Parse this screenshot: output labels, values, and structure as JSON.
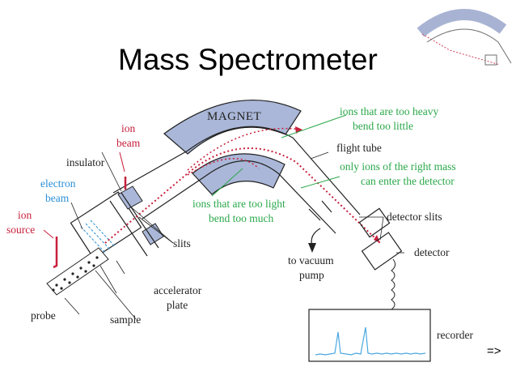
{
  "slide": {
    "title": "Mass Spectrometer",
    "nav_label": "=>"
  },
  "diagram": {
    "magnet": "MAGNET",
    "ion_beam": [
      "ion",
      "beam"
    ],
    "insulator": "insulator",
    "electron_beam": [
      "electron",
      "beam"
    ],
    "ion_source": [
      "ion",
      "source"
    ],
    "heavy_ions": [
      "ions that are too heavy",
      "bend too little"
    ],
    "flight_tube": "flight tube",
    "right_mass": [
      "only ions of the right mass",
      "can enter the detector"
    ],
    "light_ions": [
      "ions that are too light",
      "bend too much"
    ],
    "slits": "slits",
    "detector_slits": "detector slits",
    "detector": "detector",
    "vacuum_pump": [
      "to vacuum",
      "pump"
    ],
    "accelerator_plate": [
      "accelerator",
      "plate"
    ],
    "probe": "probe",
    "sample": "sample",
    "recorder": "recorder"
  },
  "colors": {
    "magnet_fill": "#aab7d8",
    "beam": "#c8203c",
    "source_frame": "#c8203c",
    "callout_green": "#2aa84a",
    "electron_blue": "#2a8fd6",
    "trace_blue": "#4aa8e0"
  }
}
